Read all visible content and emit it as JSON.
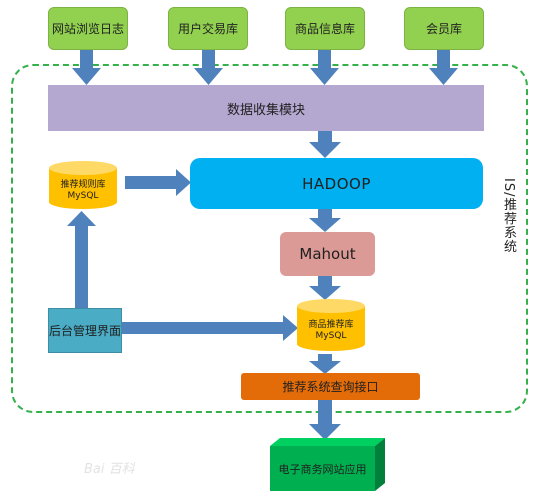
{
  "sources": [
    {
      "label": "网站浏览日志"
    },
    {
      "label": "用户交易库"
    },
    {
      "label": "商品信息库"
    },
    {
      "label": "会员库"
    }
  ],
  "collect": {
    "label": "数据收集模块"
  },
  "hadoop": {
    "label": "HADOOP"
  },
  "mahout": {
    "label": "Mahout"
  },
  "rule_db": {
    "line1": "推荐规则库",
    "line2": "MySQL"
  },
  "product_db": {
    "line1": "商品推荐库",
    "line2": "MySQL"
  },
  "admin": {
    "label": "后台管理界面"
  },
  "query": {
    "label": "推荐系统查询接口"
  },
  "app": {
    "label": "电子商务网站应用"
  },
  "system": {
    "label": "IS/推荐系统"
  },
  "watermark": {
    "text": "Bai 百科"
  },
  "colors": {
    "source_green": "#92d050",
    "collect_purple": "#b4a7d0",
    "hadoop_blue": "#00b0f0",
    "mahout_pink": "#dc9a96",
    "db_yellow": "#ffc000",
    "admin_teal": "#4bacc6",
    "query_orange": "#e36c09",
    "app_green": "#00b050",
    "arrow_blue": "#4f81bd",
    "frame_green": "#35b04a"
  }
}
